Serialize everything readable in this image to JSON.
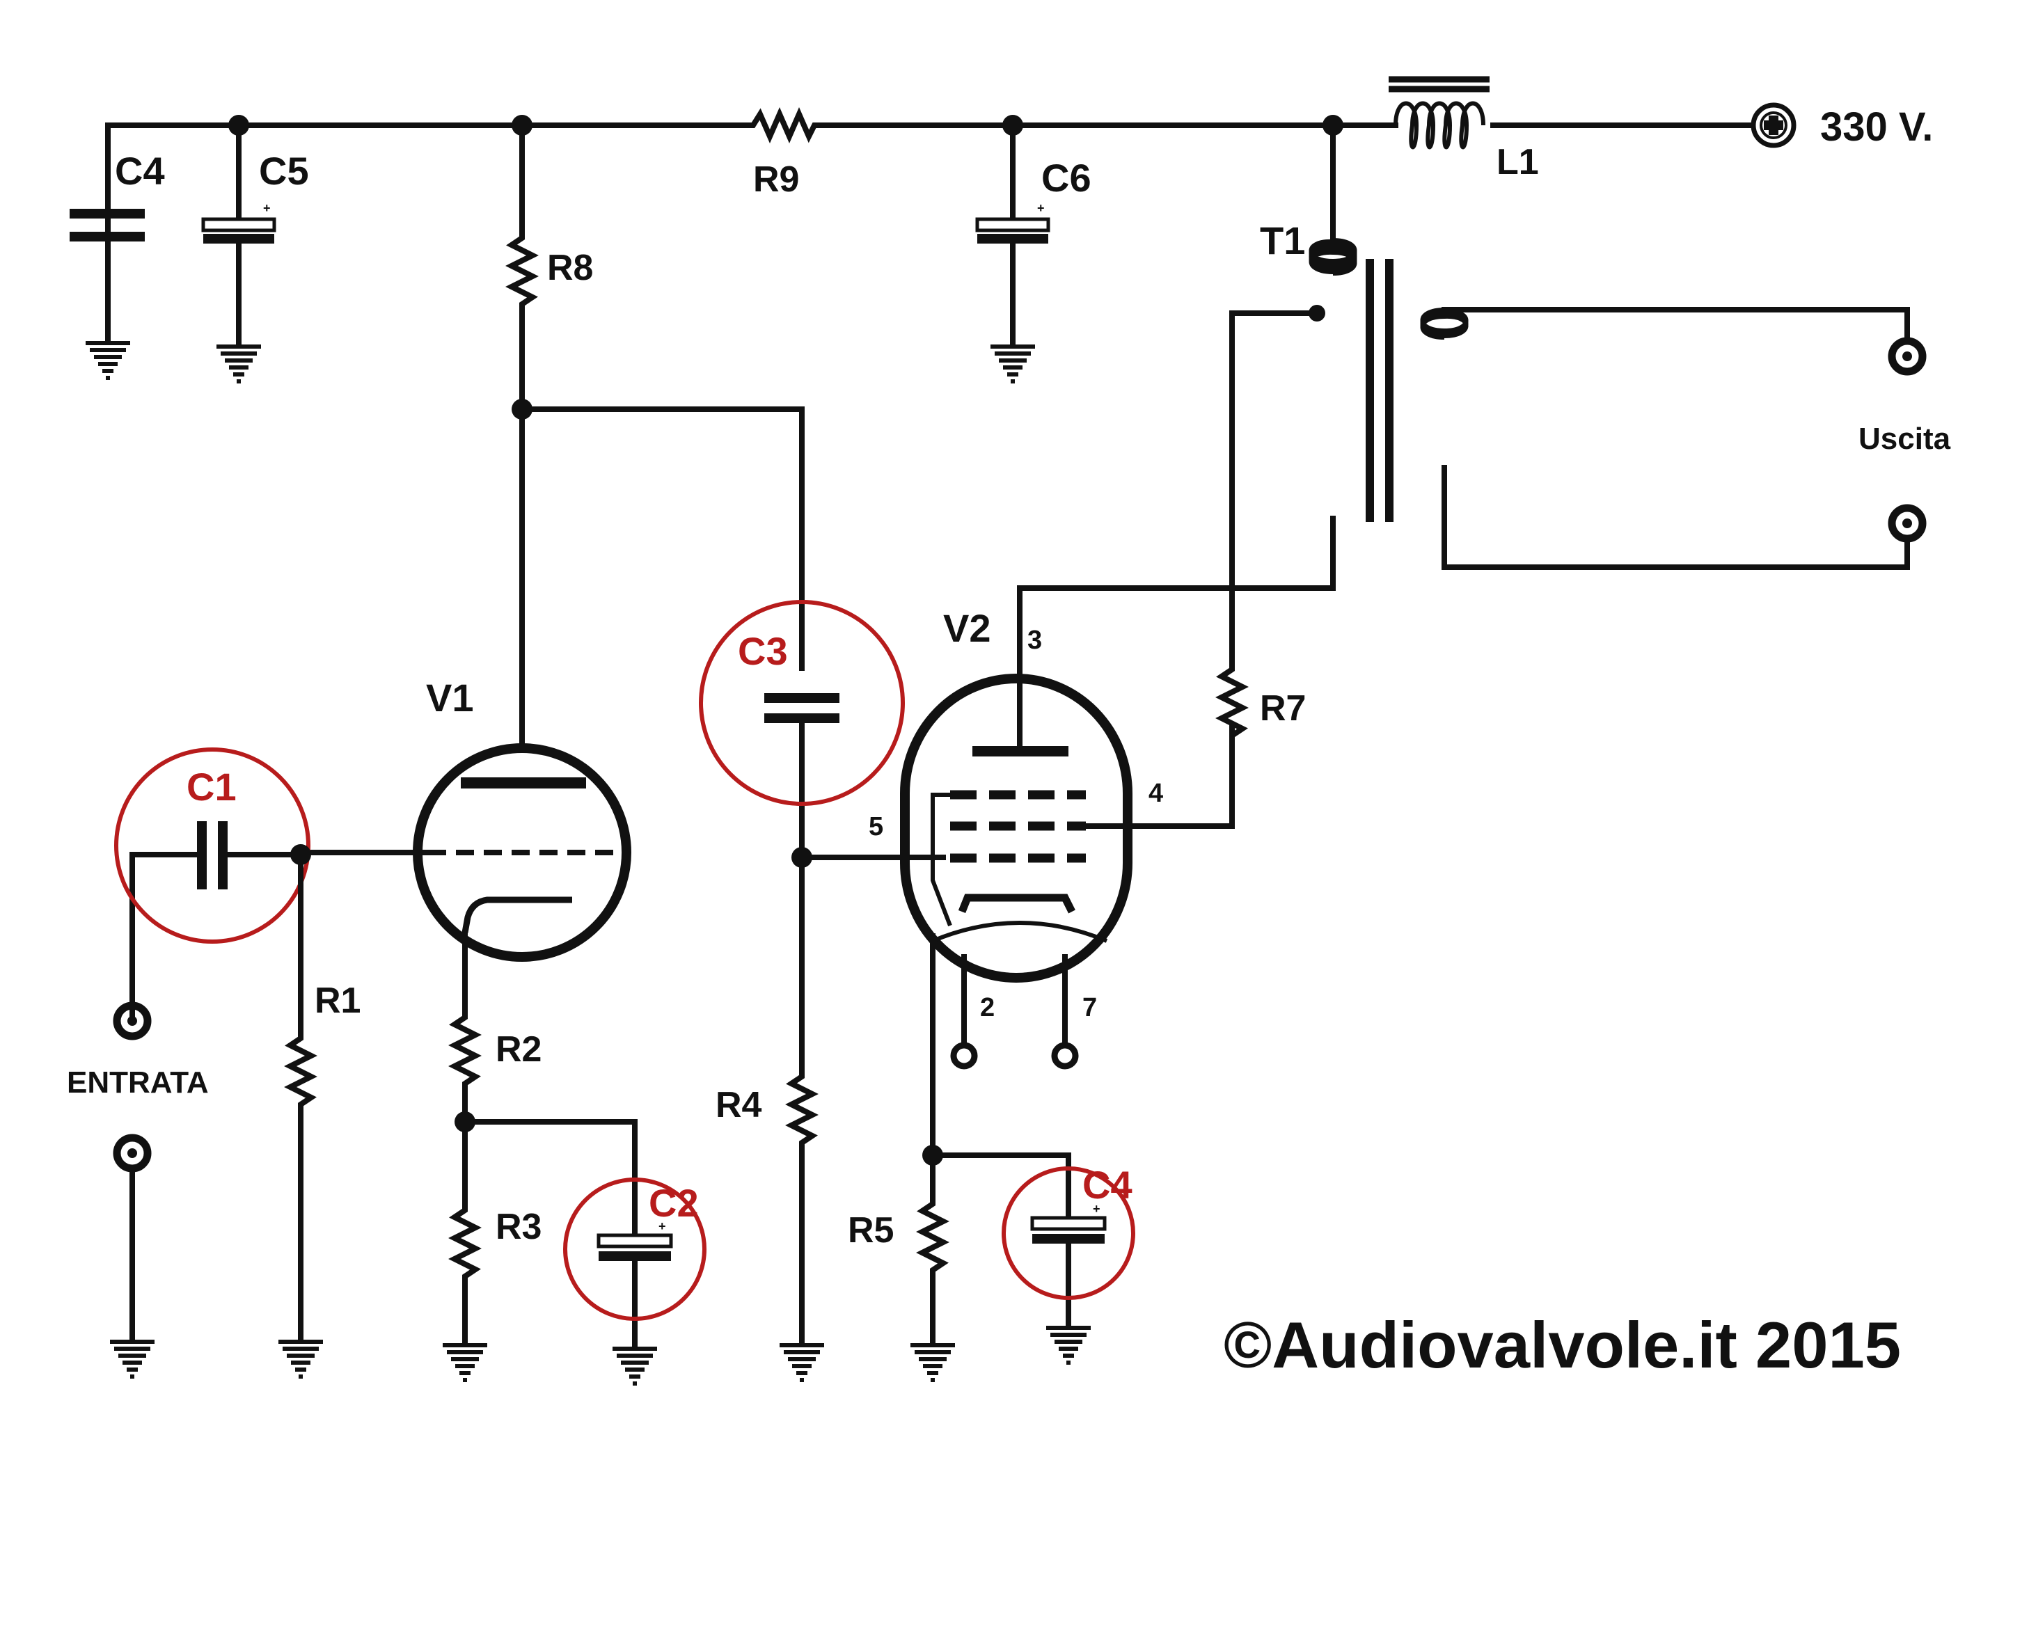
{
  "colors": {
    "ink": "#111111",
    "highlight": "#b71c1c",
    "background": "#ffffff"
  },
  "supply": {
    "label": "330 V."
  },
  "components": {
    "C1": "C1",
    "C2": "C2",
    "C3": "C3",
    "C4a": "C4",
    "C4b": "C4",
    "C5": "C5",
    "C6": "C6",
    "R1": "R1",
    "R2": "R2",
    "R3": "R3",
    "R4": "R4",
    "R5": "R5",
    "R7": "R7",
    "R8": "R8",
    "R9": "R9",
    "L1": "L1",
    "T1": "T1",
    "V1": "V1",
    "V2": "V2"
  },
  "pins": {
    "p2": "2",
    "p3": "3",
    "p4": "4",
    "p5": "5",
    "p7": "7"
  },
  "terminals": {
    "input": "ENTRATA",
    "output": "Uscita"
  },
  "highlighted": [
    "C1",
    "C2",
    "C3",
    "C4"
  ],
  "copyright": "©Audiovalvole.it 2015"
}
